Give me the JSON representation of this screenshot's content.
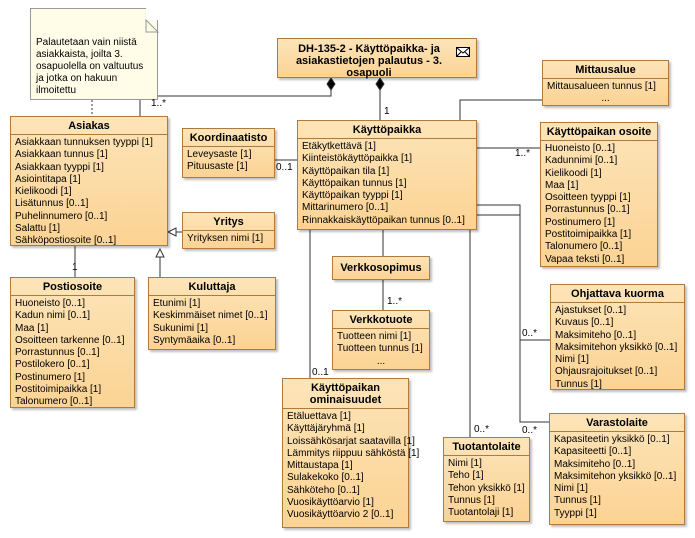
{
  "note": {
    "text": "Palautetaan vain niistä asiakkaista, joilta 3. osapuolella on valtuutus ja jotka on hakuun ilmoitettu"
  },
  "root": {
    "title": "DH-135-2 - Käyttöpaikka- ja asiakastietojen palautus - 3. osapuoli",
    "icon": "envelope-icon"
  },
  "classes": {
    "asiakas": {
      "name": "Asiakas",
      "attrs": [
        "Asiakkaan tunnuksen tyyppi [1]",
        "Asiakkaan tunnus [1]",
        "Asiakkaan tyyppi [1]",
        "Asiointitapa [1]",
        "Kielikoodi [1]",
        "Lisätunnus [0..1]",
        "Puhelinnumero [0..1]",
        "Salattu [1]",
        "Sähköpostiosoite [0..1]"
      ]
    },
    "koordinaatisto": {
      "name": "Koordinaatisto",
      "attrs": [
        "Leveysaste [1]",
        "Pituusaste [1]"
      ]
    },
    "kayttopaikka": {
      "name": "Käyttöpaikka",
      "attrs": [
        "Etäkytkettävä [1]",
        "Kiinteistökäyttöpaikka [1]",
        "Käyttöpaikan tila [1]",
        "Käyttöpaikan tunnus [1]",
        "Käyttöpaikan tyyppi [1]",
        "Mittarinumero [0..1]",
        "Rinnakkaiskäyttöpaikan tunnus [0..1]"
      ]
    },
    "mittausalue": {
      "name": "Mittausalue",
      "attrs": [
        "Mittausalueen tunnus [1]"
      ],
      "dots": "..."
    },
    "osoite": {
      "name": "Käyttöpaikan osoite",
      "attrs": [
        "Huoneisto [0..1]",
        "Kadunnimi [0..1]",
        "Kielikoodi [1]",
        "Maa [1]",
        "Osoitteen tyyppi [1]",
        "Porrastunnus [0..1]",
        "Postinumero [1]",
        "Postitoimipaikka [1]",
        "Talonumero [0..1]",
        "Vapaa teksti [0..1]"
      ]
    },
    "yritys": {
      "name": "Yritys",
      "attrs": [
        "Yrityksen nimi [1]"
      ]
    },
    "postiosoite": {
      "name": "Postiosoite",
      "attrs": [
        "Huoneisto [0..1]",
        "Kadun nimi [0..1]",
        "Maa [1]",
        "Osoitteen tarkenne [0..1]",
        "Porrastunnus [0..1]",
        "Postilokero [0..1]",
        "Postinumero [1]",
        "Postitoimipaikka [1]",
        "Talonumero [0..1]"
      ]
    },
    "kuluttaja": {
      "name": "Kuluttaja",
      "attrs": [
        "Etunimi [1]",
        "Keskimmäiset nimet [0..1]",
        "Sukunimi [1]",
        "Syntymäaika [0..1]"
      ]
    },
    "verkkosopimus": {
      "name": "Verkkosopimus",
      "attrs": []
    },
    "verkkotuote": {
      "name": "Verkkotuote",
      "attrs": [
        "Tuotteen nimi [1]",
        "Tuotteen tunnus [1]"
      ],
      "dots": "..."
    },
    "ohjattava": {
      "name": "Ohjattava kuorma",
      "attrs": [
        "Ajastukset [0..1]",
        "Kuvaus [0..1]",
        "Maksimiteho [0..1]",
        "Maksimitehon yksikkö [0..1]",
        "Nimi [1]",
        "Ohjausrajoitukset [0..1]",
        "Tunnus [1]"
      ]
    },
    "ominaisuudet": {
      "name": "Käyttöpaikan\nominaisuudet",
      "attrs": [
        "Etäluettava [1]",
        "Käyttäjäryhmä [1]",
        "Loissähkösarjat saatavilla [1]",
        "Lämmitys riippuu sähköstä [1]",
        "Mittaustapa [1]",
        "Sulakekoko [0..1]",
        "Sähköteho [0..1]",
        "Vuosikäyttöarvio [1]",
        "Vuosikäyttöarvio 2 [0..1]"
      ]
    },
    "tuotantolaite": {
      "name": "Tuotantolaite",
      "attrs": [
        "Nimi [1]",
        "Teho [1]",
        "Tehon yksikkö [1]",
        "Tunnus [1]",
        "Tuotantolaji [1]"
      ]
    },
    "varastolaite": {
      "name": "Varastolaite",
      "attrs": [
        "Kapasiteetin yksikkö [0..1]",
        "Kapasiteetti [0..1]",
        "Maksimiteho [0..1]",
        "Maksimitehon yksikkö [0..1]",
        "Nimi [1]",
        "Tunnus [1]",
        "Tyyppi [1]"
      ]
    }
  },
  "multiplicities": {
    "root_asiakas": "1..*",
    "root_kayttopaikka": "1",
    "kayttopaikka_koordinaatisto": "0..1",
    "kayttopaikka_osoite": "1..*",
    "asiakas_postiosoite": "1",
    "verkkosopimus_verkkotuote": "1..*",
    "kayttopaikka_ohjattava": "0..*",
    "kayttopaikka_ominaisuudet": "0..1",
    "kayttopaikka_tuotantolaite": "0..*",
    "kayttopaikka_varastolaite": "0..*"
  }
}
